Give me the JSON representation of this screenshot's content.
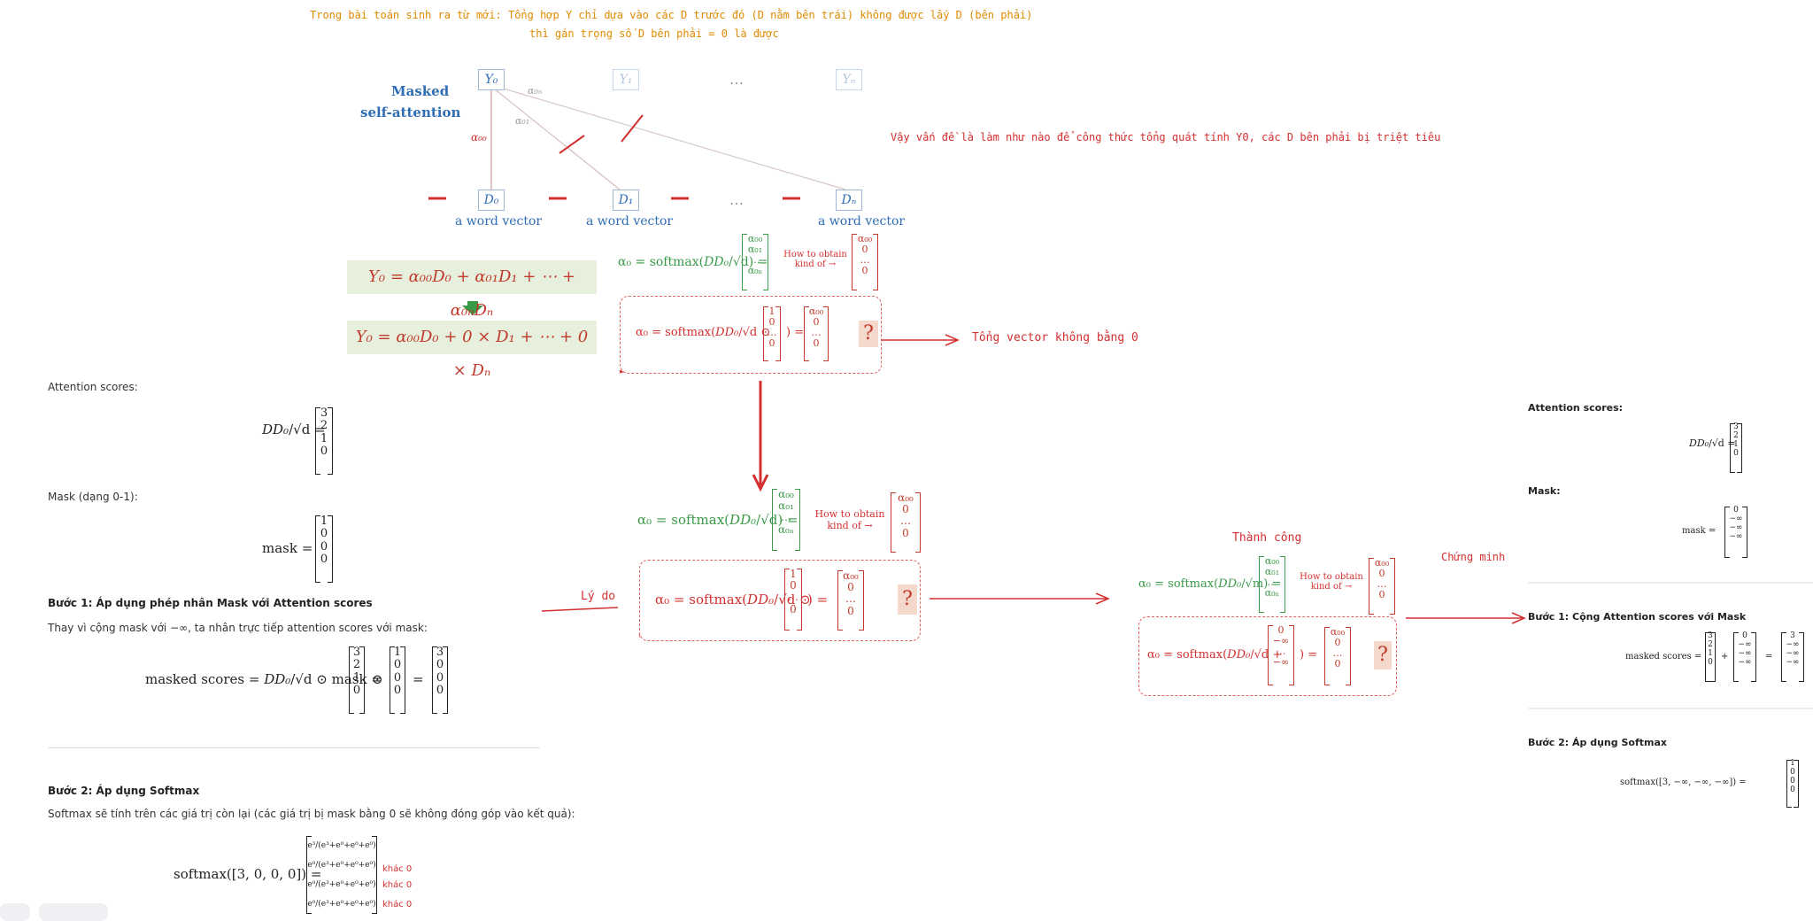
{
  "top_note": {
    "line1": "Trong bài toán sinh ra từ mới: Tổng hợp Y chỉ dựa vào các D trước đó (D nằm bên trái) không được lấy D (bên phải)",
    "line2": "thì gán trọng số D bên phải = 0 là được"
  },
  "diagram": {
    "title_line1": "Masked",
    "title_line2": "self-attention",
    "y_nodes": [
      "Y₀",
      "Y₁",
      "…",
      "Yₙ"
    ],
    "d_nodes": [
      "D₀",
      "D₁",
      "…",
      "Dₙ"
    ],
    "word_vector_label": "a word vector",
    "alpha_labels": [
      "α₀₀",
      "α₀₁",
      "α₀ₙ"
    ],
    "right_note": "Vậy vấn đề là làm như nào để công thức tổng quát tính Y0, các D bên phải bị triệt tiêu"
  },
  "formulas": {
    "y0_general": "Y₀ = α₀₀D₀ + α₀₁D₁ + ⋯ + α₀ₙDₙ",
    "y0_masked": "Y₀ = α₀₀D₀ + 0 × D₁ + ⋯ + 0 × Dₙ",
    "softmax_lhs": "α₀ = softmax(",
    "frac_num": "DD₀",
    "frac_den": "√d",
    "frac_den_m": "√m",
    "how_to_obtain": "How to obtain kind of →",
    "alpha_vec": [
      "α₀₀",
      "α₀₁",
      "…",
      "α₀ₙ"
    ],
    "target_vec": [
      "α₀₀",
      "0",
      "…",
      "0"
    ],
    "mask_vec01": [
      "1",
      "0",
      "…",
      "0"
    ],
    "mask_inf": [
      "0",
      "−∞",
      "…",
      "−∞"
    ],
    "q": "?",
    "tong_vector": "Tổng vector không bằng 0",
    "ly_do": "Lý do",
    "thanh_cong": "Thành công",
    "chung_minh": "Chứng minh"
  },
  "left_panel": {
    "attention_scores": "Attention scores:",
    "scores_vec": [
      "3",
      "2",
      "1",
      "0"
    ],
    "mask_label": "Mask (dạng 0-1):",
    "mask_word": "mask =",
    "mask_vec": [
      "1",
      "0",
      "0",
      "0"
    ],
    "step1_title": "Bước 1: Áp dụng phép nhân Mask với Attention scores",
    "step1_text": "Thay vì cộng mask với −∞, ta nhân trực tiếp attention scores với mask:",
    "masked_scores": "masked scores =",
    "result_vec": [
      "3",
      "0",
      "0",
      "0"
    ],
    "step2_title": "Bước 2: Áp dụng Softmax",
    "step2_text": "Softmax sẽ tính trên các giá trị còn lại (các giá trị bị mask bằng 0 sẽ không đóng góp vào kết quả):",
    "softmax_input": "softmax([3, 0, 0, 0]) =",
    "softmax_terms": [
      "e³/(e³+e⁰+e⁰+e⁰)",
      "e⁰/(e³+e⁰+e⁰+e⁰)",
      "e⁰/(e³+e⁰+e⁰+e⁰)",
      "e⁰/(e³+e⁰+e⁰+e⁰)"
    ],
    "khac0": "khác 0"
  },
  "right_panel": {
    "attention_scores": "Attention scores:",
    "frac_num": "DD₀",
    "frac_den": "√d",
    "scores_vec": [
      "3",
      "2",
      "1",
      "0"
    ],
    "mask_label": "Mask:",
    "mask_word": "mask =",
    "mask_vec": [
      "0",
      "−∞",
      "−∞",
      "−∞"
    ],
    "step1_title": "Bước 1: Cộng Attention scores với Mask",
    "masked_scores": "masked scores =",
    "step2_title": "Bước 2: Áp dụng Softmax",
    "softmax_input": "softmax([3, −∞, −∞, −∞]) =",
    "softmax_result": [
      "1",
      "0",
      "0",
      "0"
    ]
  },
  "colors": {
    "red": "#d32f2f",
    "orange": "#e08a00",
    "green": "#3a9a48",
    "blue": "#2f6db5",
    "eq_bg": "#e7f0dc"
  }
}
